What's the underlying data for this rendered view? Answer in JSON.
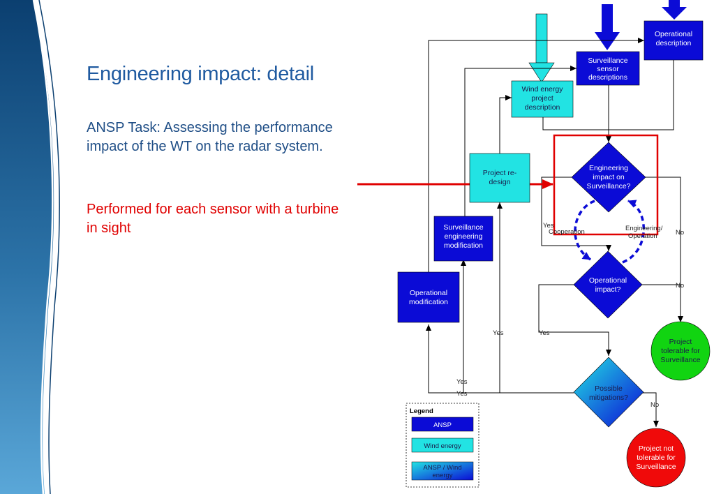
{
  "slide": {
    "title": "Engineering impact: detail",
    "task_text": "ANSP Task: Assessing the performance impact of the WT on the radar system.",
    "note_text": "Performed for each sensor with a turbine in sight"
  },
  "colors": {
    "ansp": "#0b0bd6",
    "wind": "#22e3e3",
    "accent_red": "#e00000",
    "title_blue": "#1f5aa0",
    "dark_blue_panel": "#0b3f70"
  },
  "flowchart": {
    "nodes": {
      "operational_description": [
        "Operational",
        "description"
      ],
      "surveillance_sensor_descriptions": [
        "Surveillance",
        "sensor",
        "descriptions"
      ],
      "wind_energy_project_description": [
        "Wind energy",
        "project",
        "description"
      ],
      "project_redesign": [
        "Project re-",
        "design"
      ],
      "surveillance_engineering_modification": [
        "Surveillance",
        "engineering",
        "modification"
      ],
      "operational_modification": [
        "Operational",
        "modification"
      ],
      "engineering_impact": [
        "Engineering",
        "impact on",
        "Surveillance?"
      ],
      "operational_impact": [
        "Operational",
        "impact?"
      ],
      "possible_mitigations": [
        "Possible",
        "mitigations?"
      ],
      "project_tolerable": [
        "Project",
        "tolerable for",
        "Surveillance"
      ],
      "project_not_tolerable": [
        "Project not",
        "tolerable for",
        "Surveillance"
      ]
    },
    "labels": {
      "yes_eng": "Yes",
      "cooperation": "Cooperation",
      "engineering_operation": [
        "Engineering/",
        "Operation"
      ],
      "no_eng": "No",
      "no_op": "No",
      "yes_op": "Yes",
      "yes_redesign": "Yes",
      "yes_upper": "Yes",
      "yes_lower": "Yes",
      "no_mit": "No"
    },
    "legend": {
      "title": "Legend",
      "ansp": "ANSP",
      "wind": "Wind energy",
      "both": [
        "ANSP / Wind",
        "energy"
      ]
    }
  }
}
